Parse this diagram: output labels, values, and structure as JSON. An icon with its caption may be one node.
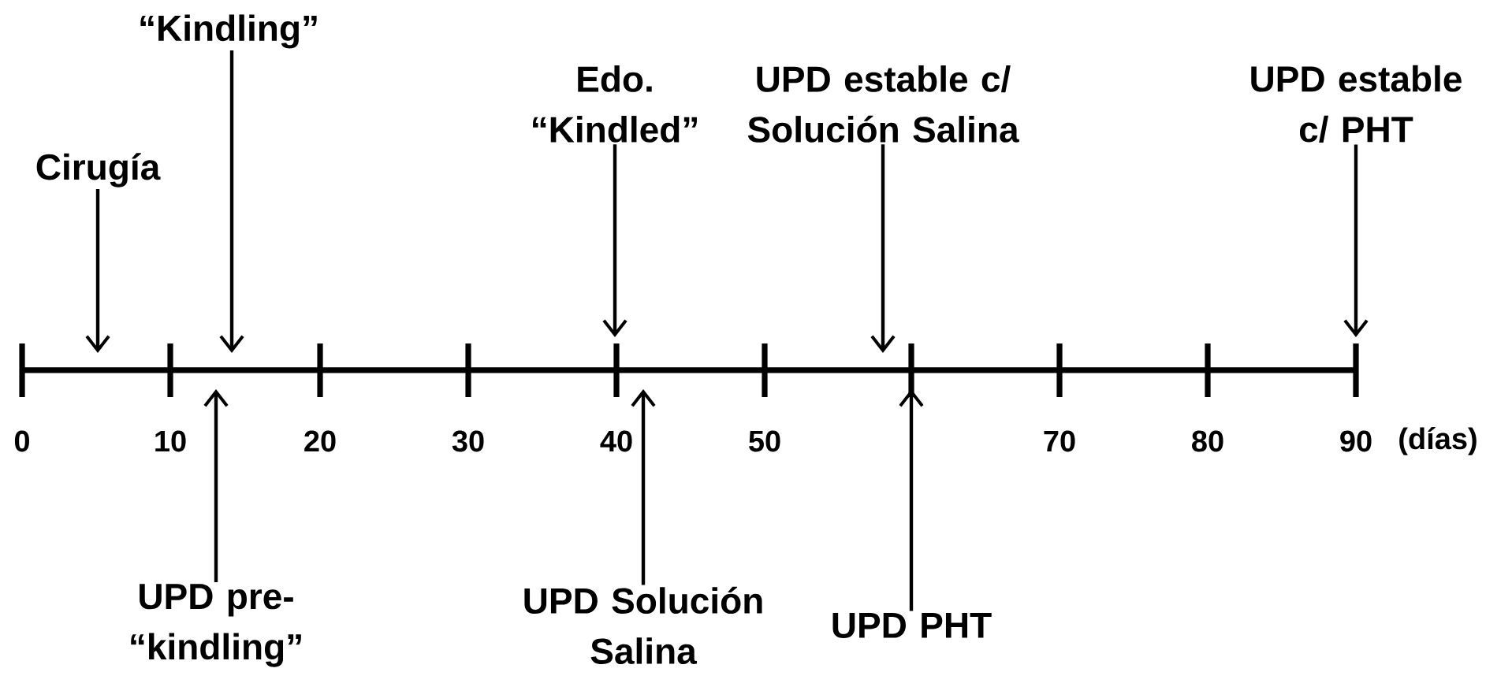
{
  "diagram": {
    "nodes": [
      {
        "text": [
          "“Kindling”"
        ]
      },
      {
        "text": [
          "Cirugía"
        ]
      },
      {
        "text": [
          "Edo. “Kindled”"
        ]
      },
      {
        "text": [
          "UPD estable c/ Solución Salina"
        ]
      },
      {
        "text": [
          "UPD estable c/ PHT"
        ]
      },
      {
        "text": [
          "UPD pre-“kindling”"
        ]
      },
      {
        "text": [
          "UPD Solución Salina"
        ]
      },
      {
        "text": [
          "UPD PHT"
        ]
      }
    ],
    "edges": [
      {
        "from": 0,
        "to": null,
        "arrow": "to"
      },
      {
        "from": 1,
        "to": null,
        "arrow": "to"
      },
      {
        "from": 2,
        "to": null,
        "arrow": "to"
      },
      {
        "from": 3,
        "to": null,
        "arrow": "to"
      },
      {
        "from": 4,
        "to": null,
        "arrow": "to"
      },
      {
        "from": 5,
        "to": null,
        "arrow": "to"
      },
      {
        "from": 6,
        "to": null,
        "arrow": "to"
      },
      {
        "from": 7,
        "to": null,
        "arrow": "to"
      }
    ],
    "labels": [
      "0",
      "10",
      "20",
      "30",
      "40",
      "50",
      "70",
      "80",
      "90",
      "(días)"
    ]
  }
}
